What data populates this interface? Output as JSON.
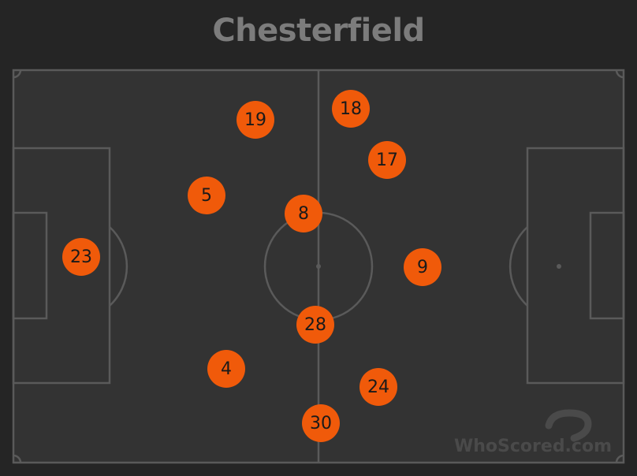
{
  "title": "Chesterfield",
  "watermark": "WhoScored.com",
  "colors": {
    "background": "#252525",
    "pitch": "#333333",
    "lines": "#5a5a5a",
    "title": "#7c7c7c",
    "marker": "#f05a0a",
    "marker_text": "#1a1a1a",
    "watermark": "#4a4a4a"
  },
  "players": [
    {
      "number": "23"
    },
    {
      "number": "19"
    },
    {
      "number": "5"
    },
    {
      "number": "4"
    },
    {
      "number": "18"
    },
    {
      "number": "17"
    },
    {
      "number": "8"
    },
    {
      "number": "28"
    },
    {
      "number": "24"
    },
    {
      "number": "30"
    },
    {
      "number": "9"
    }
  ]
}
